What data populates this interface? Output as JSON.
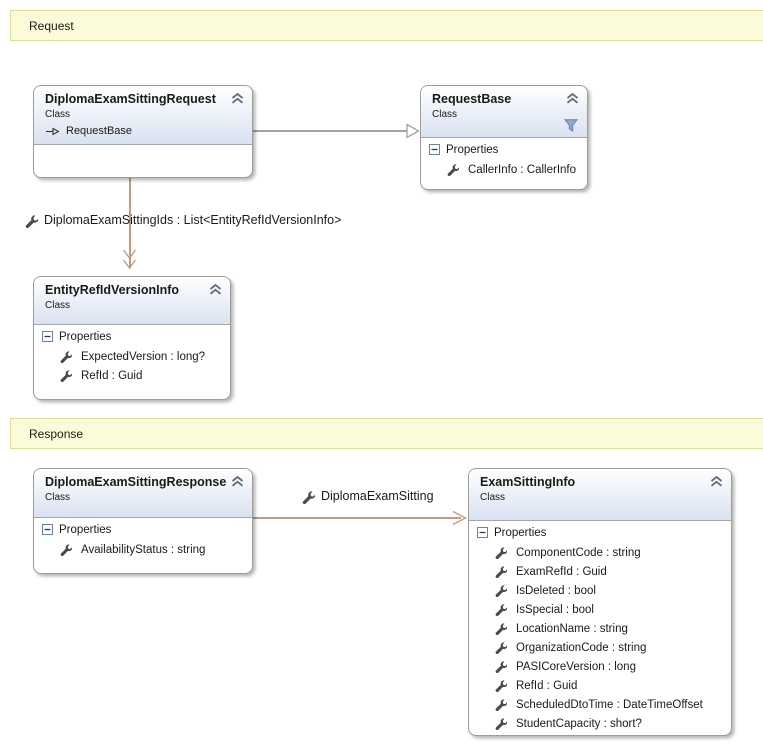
{
  "colors": {
    "banner_bg": "#fbfbd9",
    "banner_border": "#dede96",
    "header_top": "#ffffff",
    "header_bottom": "#d9e2f1",
    "box_border": "#9c9c9c",
    "divider": "#a5a5a5",
    "assoc_line": "#c49b7c",
    "inherit_line": "#a2a2a2",
    "wrench": "#4a4a4a",
    "chevron": "#5c6b80",
    "text": "#1a1a1a"
  },
  "banners": {
    "request": "Request",
    "response": "Response"
  },
  "classes": {
    "request": {
      "title": "DiplomaExamSittingRequest",
      "kind": "Class",
      "base": "RequestBase"
    },
    "requestBase": {
      "title": "RequestBase",
      "kind": "Class",
      "sectionLabel": "Properties",
      "properties": [
        "CallerInfo : CallerInfo"
      ]
    },
    "entityRef": {
      "title": "EntityRefIdVersionInfo",
      "kind": "Class",
      "sectionLabel": "Properties",
      "properties": [
        "ExpectedVersion : long?",
        "RefId : Guid"
      ]
    },
    "response": {
      "title": "DiplomaExamSittingResponse",
      "kind": "Class",
      "sectionLabel": "Properties",
      "properties": [
        "AvailabilityStatus : string"
      ]
    },
    "examSittingInfo": {
      "title": "ExamSittingInfo",
      "kind": "Class",
      "sectionLabel": "Properties",
      "properties": [
        "ComponentCode : string",
        "ExamRefId : Guid",
        "IsDeleted : bool",
        "IsSpecial : bool",
        "LocationName : string",
        "OrganizationCode : string",
        "PASICoreVersion : long",
        "RefId : Guid",
        "ScheduledDtoTime : DateTimeOffset",
        "StudentCapacity : short?"
      ]
    }
  },
  "associations": {
    "sittingIds": {
      "label": "DiplomaExamSittingIds : List<EntityRefIdVersionInfo>"
    },
    "sitting": {
      "label": "DiplomaExamSitting"
    }
  }
}
